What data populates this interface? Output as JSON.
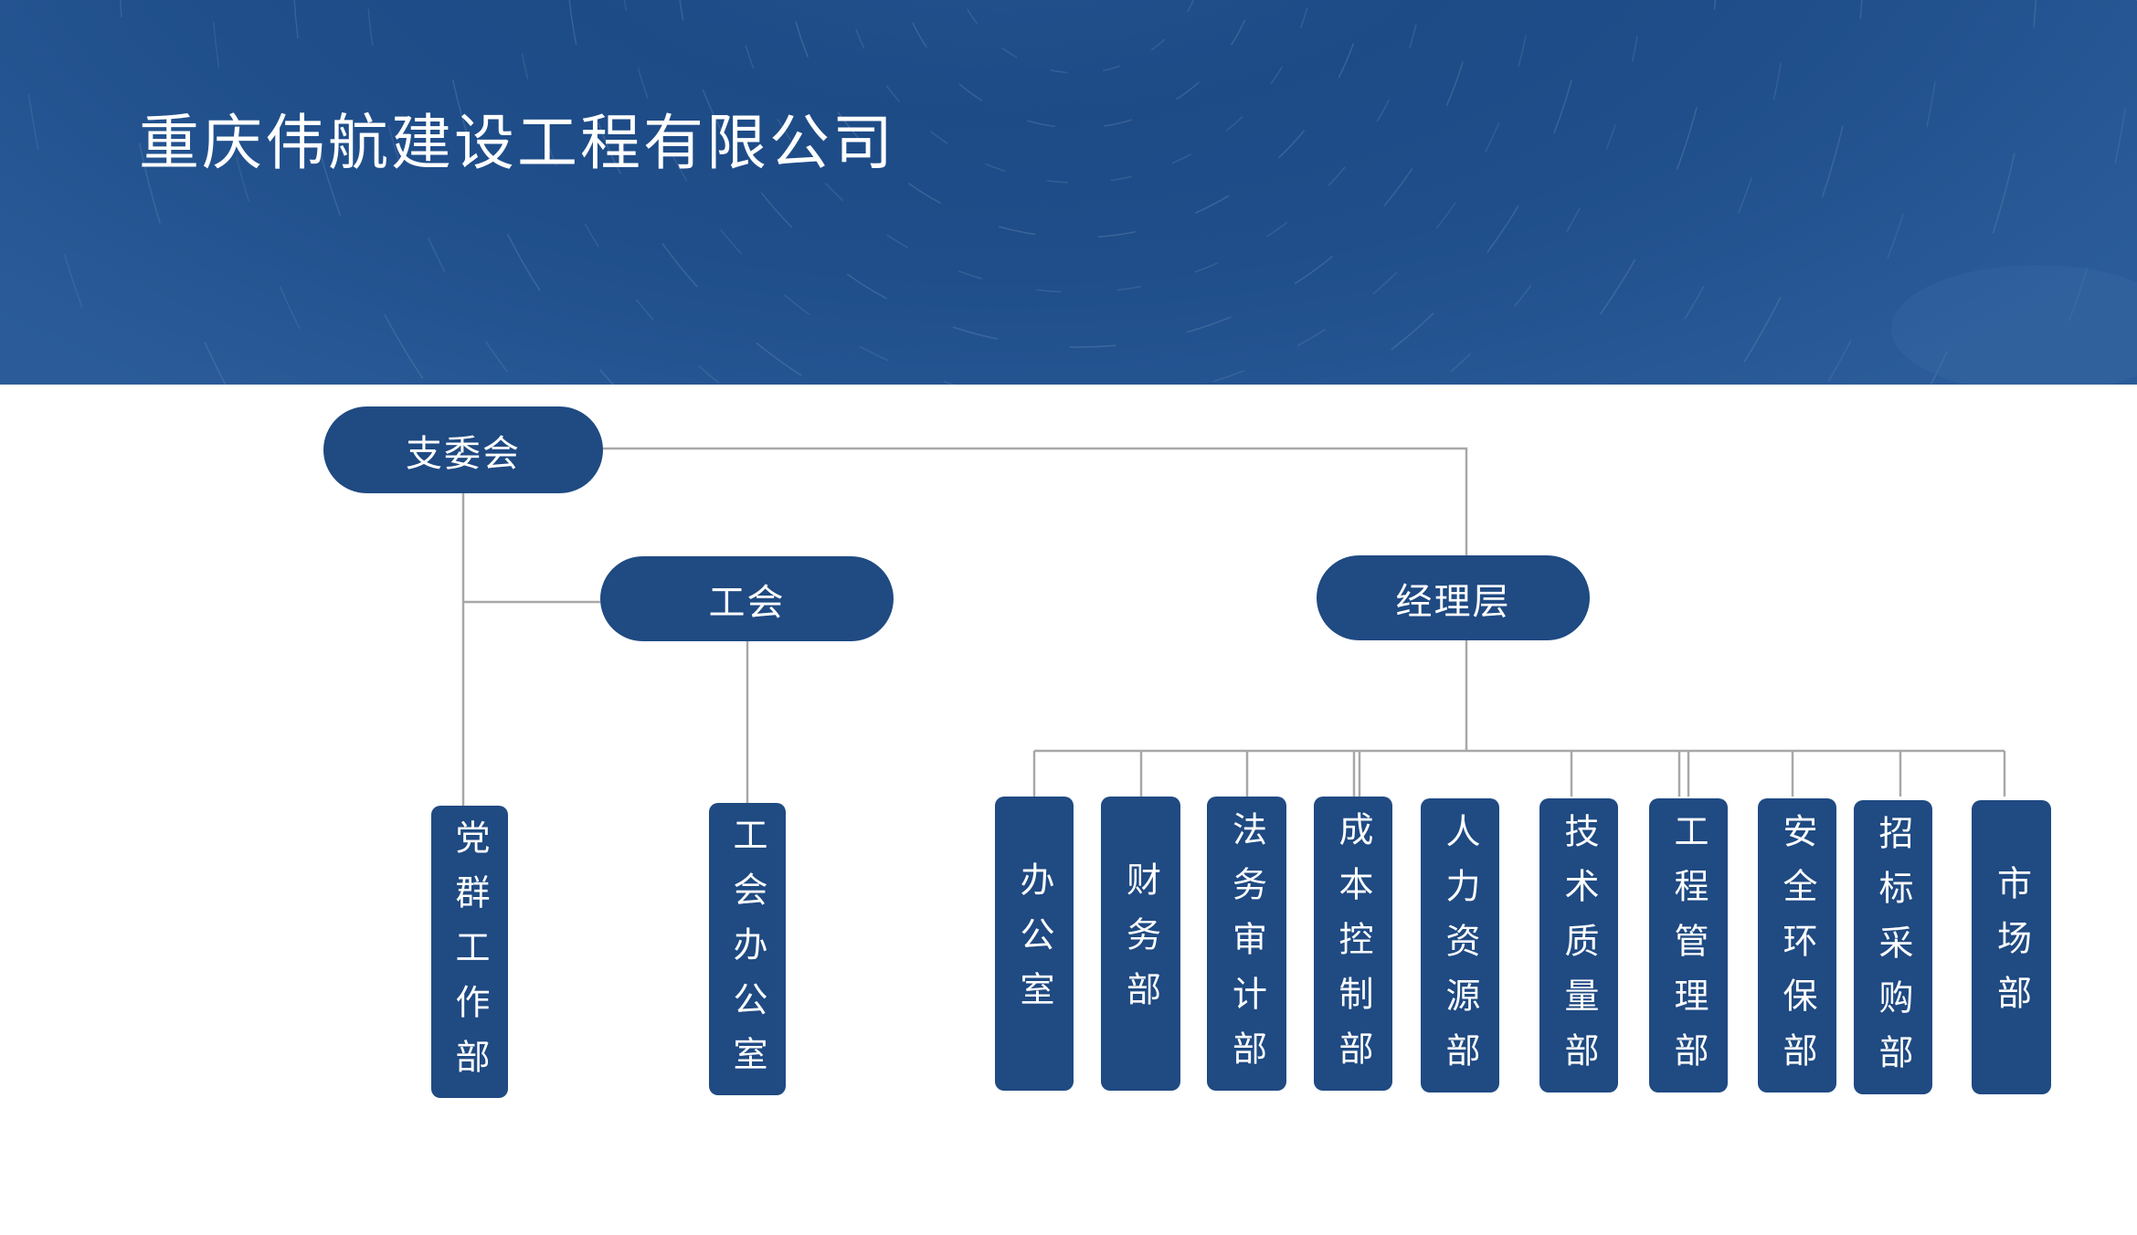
{
  "header": {
    "title": "重庆伟航建设工程有限公司"
  },
  "colors": {
    "node_fill": "#1f4a82",
    "connector": "#a8a8a8",
    "banner": "#1e4b86"
  },
  "org_chart": {
    "root": "支委会",
    "union": "工会",
    "management": "经理层",
    "party_dept": "党群工作部",
    "union_office": "工会办公室",
    "departments": [
      "办公室",
      "财务部",
      "法务审计部",
      "成本控制部",
      "人力资源部",
      "技术质量部",
      "工程管理部",
      "安全环保部",
      "招标采购部",
      "市场部"
    ]
  }
}
